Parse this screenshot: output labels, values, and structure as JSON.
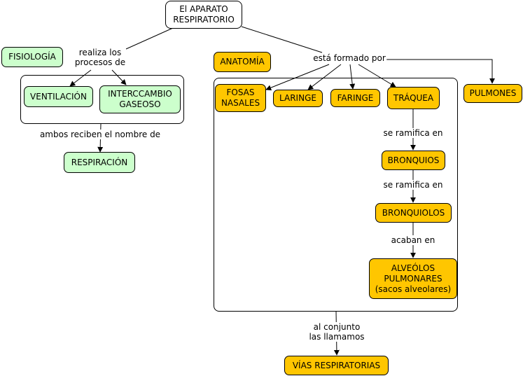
{
  "root": {
    "label": "El APARATO\nRESPIRATORIO"
  },
  "side_labels": {
    "fisiologia": "FISIOLOGÍA",
    "anatomia": "ANATOMÍA"
  },
  "fisiologia": {
    "link_processes": "realiza los\nprocesos de",
    "ventilacion": "VENTILACIÓN",
    "intercambio": "INTERCCAMBIO\nGASEOSO",
    "link_name": "ambos reciben el nombre de",
    "respiracion": "RESPIRACIÓN"
  },
  "anatomia": {
    "link_formed": "está formado por",
    "fosas": "FOSAS\nNASALES",
    "laringe": "LARINGE",
    "faringe": "FARINGE",
    "traquea": "TRÁQUEA",
    "pulmones": "PULMONES",
    "link_ramifica_1": "se ramifica en",
    "bronquios": "BRONQUIOS",
    "link_ramifica_2": "se ramifica en",
    "bronquiolos": "BRONQUIOLOS",
    "link_acaban": "acaban en",
    "alveolos": "ALVEÓLOS\nPULMONARES\n(sacos alveolares)",
    "link_conjunto": "al conjunto\nlas llamamos",
    "vias": "VÍAS RESPIRATORIAS"
  },
  "colors": {
    "green_node": "#ccffcc",
    "gold_node": "#ffc600",
    "root_node": "#ffffff"
  }
}
